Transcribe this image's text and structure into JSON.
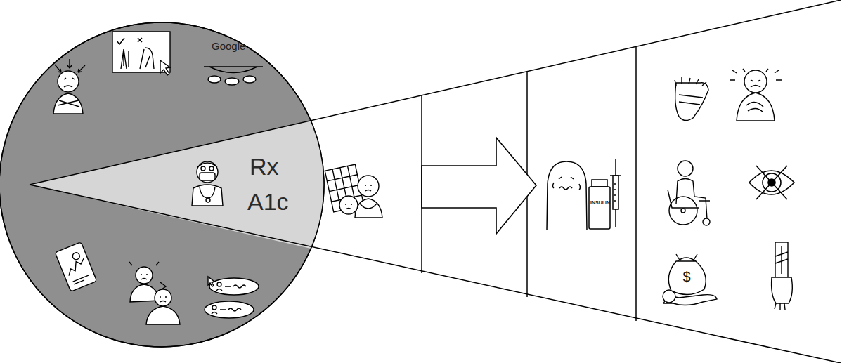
{
  "diagram": {
    "labels": [
      "Google",
      "Rx",
      "A1c",
      "INSULIN",
      "$"
    ]
  }
}
